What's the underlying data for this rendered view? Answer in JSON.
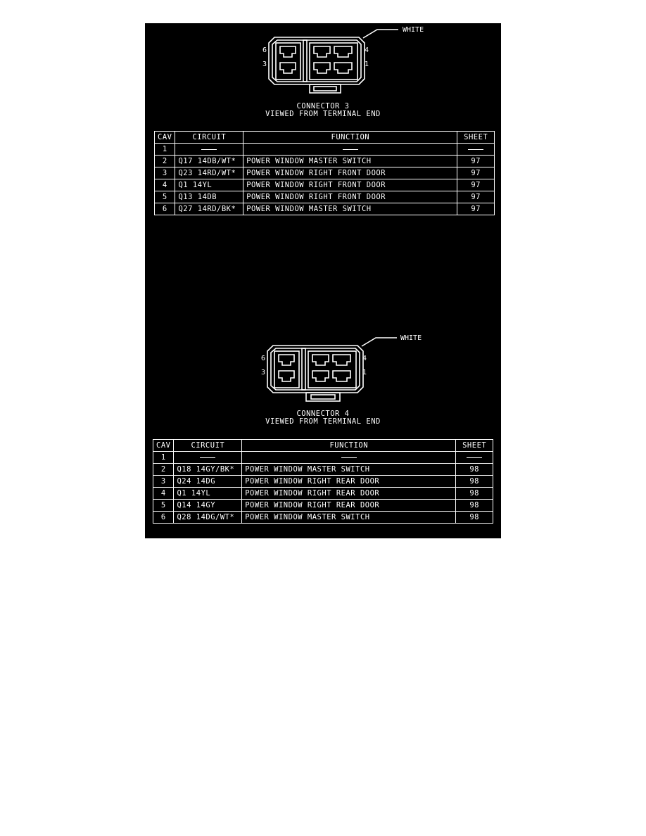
{
  "connectors": [
    {
      "color_label": "WHITE",
      "pin_labels": {
        "top_left": "6",
        "bottom_left": "3",
        "top_right": "4",
        "bottom_right": "1"
      },
      "title": "CONNECTOR 3",
      "subtitle": "VIEWED FROM TERMINAL END",
      "headers": {
        "cav": "CAV",
        "circuit": "CIRCUIT",
        "function": "FUNCTION",
        "sheet": "SHEET"
      },
      "rows": [
        {
          "cav": "1",
          "circuit": "",
          "function": "",
          "sheet": ""
        },
        {
          "cav": "2",
          "circuit": "Q17 14DB/WT*",
          "function": "POWER WINDOW MASTER SWITCH",
          "sheet": "97"
        },
        {
          "cav": "3",
          "circuit": "Q23 14RD/WT*",
          "function": "POWER WINDOW RIGHT FRONT DOOR",
          "sheet": "97"
        },
        {
          "cav": "4",
          "circuit": "Q1 14YL",
          "function": "POWER WINDOW RIGHT FRONT DOOR",
          "sheet": "97"
        },
        {
          "cav": "5",
          "circuit": "Q13 14DB",
          "function": "POWER WINDOW RIGHT FRONT DOOR",
          "sheet": "97"
        },
        {
          "cav": "6",
          "circuit": "Q27 14RD/BK*",
          "function": "POWER WINDOW MASTER SWITCH",
          "sheet": "97"
        }
      ]
    },
    {
      "color_label": "WHITE",
      "pin_labels": {
        "top_left": "6",
        "bottom_left": "3",
        "top_right": "4",
        "bottom_right": "1"
      },
      "title": "CONNECTOR 4",
      "subtitle": "VIEWED FROM TERMINAL END",
      "headers": {
        "cav": "CAV",
        "circuit": "CIRCUIT",
        "function": "FUNCTION",
        "sheet": "SHEET"
      },
      "rows": [
        {
          "cav": "1",
          "circuit": "",
          "function": "",
          "sheet": ""
        },
        {
          "cav": "2",
          "circuit": "Q18 14GY/BK*",
          "function": "POWER WINDOW MASTER SWITCH",
          "sheet": "98"
        },
        {
          "cav": "3",
          "circuit": "Q24 14DG",
          "function": "POWER WINDOW RIGHT REAR DOOR",
          "sheet": "98"
        },
        {
          "cav": "4",
          "circuit": "Q1 14YL",
          "function": "POWER WINDOW RIGHT REAR DOOR",
          "sheet": "98"
        },
        {
          "cav": "5",
          "circuit": "Q14 14GY",
          "function": "POWER WINDOW RIGHT REAR DOOR",
          "sheet": "98"
        },
        {
          "cav": "6",
          "circuit": "Q28 14DG/WT*",
          "function": "POWER WINDOW MASTER SWITCH",
          "sheet": "98"
        }
      ]
    }
  ]
}
